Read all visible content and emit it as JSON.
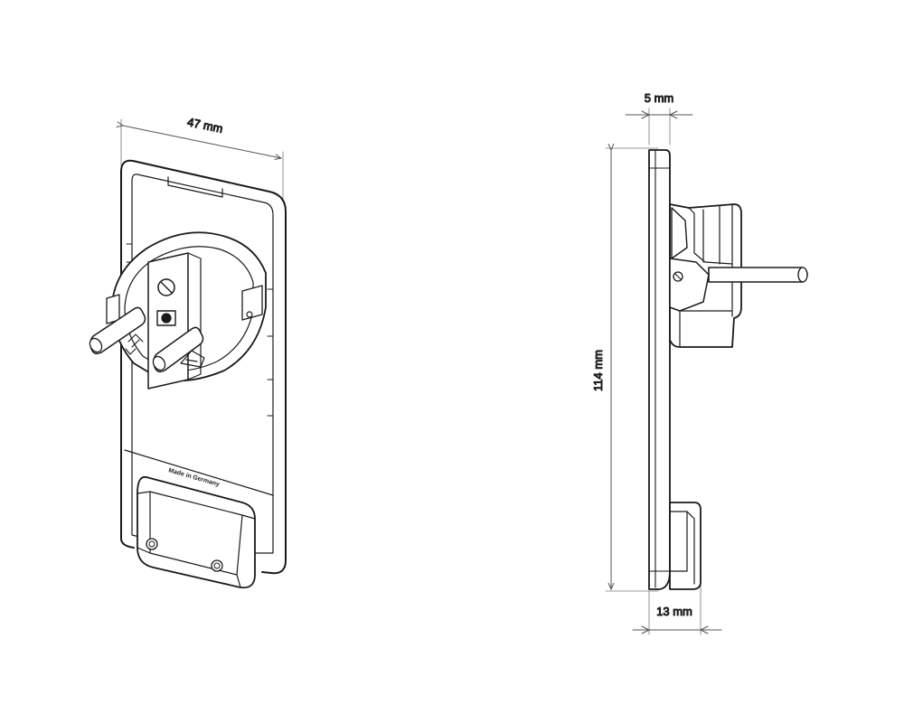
{
  "drawing": {
    "front_view": {
      "width_dimension": "47 mm",
      "housing_marking": "Made in Germany"
    },
    "side_view": {
      "depth_dimension": "5 mm",
      "height_dimension": "114 mm",
      "base_dimension": "13 mm"
    }
  }
}
